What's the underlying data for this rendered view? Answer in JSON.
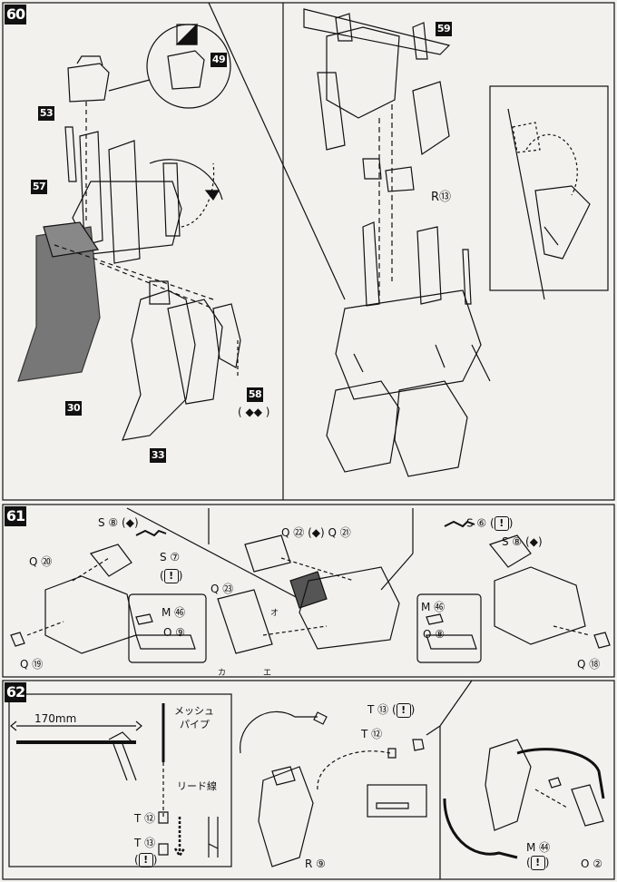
{
  "steps": [
    {
      "id": "60",
      "label": "60"
    },
    {
      "id": "61",
      "label": "61"
    },
    {
      "id": "62",
      "label": "62"
    }
  ],
  "step60": {
    "parts": {
      "p49": "49",
      "p53": "53",
      "p57": "57",
      "p30": "30",
      "p58": "58",
      "p33": "33",
      "p59": "59"
    },
    "callout_R": "R",
    "callout_R_num": "⑬",
    "symbol_58": "( ◆◆ )"
  },
  "step61": {
    "labels": {
      "s8_left": "S ⑧",
      "s7": "S ⑦",
      "q20": "Q ⑳",
      "m46_left": "M ㊻",
      "o9": "O ⑨",
      "q19": "Q ⑲",
      "q22": "Q ㉒",
      "q21": "Q ㉑",
      "q23": "Q ㉓",
      "s6": "S ⑥",
      "s8_right": "S ⑧",
      "m46_right": "M ㊻",
      "o8": "O ⑧",
      "q18": "Q ⑱"
    },
    "marks": {
      "o": "オ",
      "ka": "カ",
      "e": "エ"
    }
  },
  "step62": {
    "length": "170mm",
    "mesh_pipe_line1": "メッシュ",
    "mesh_pipe_line2": "パイプ",
    "lead_wire": "リード線",
    "labels": {
      "t12_left": "T ⑫",
      "t13_left": "T ⑬",
      "t13_right": "T ⑬",
      "t12_right": "T ⑫",
      "r9": "R ⑨",
      "m44": "M ㊹",
      "o2": "O ②"
    }
  },
  "symbols": {
    "caution": "!",
    "diamond": "◆"
  }
}
